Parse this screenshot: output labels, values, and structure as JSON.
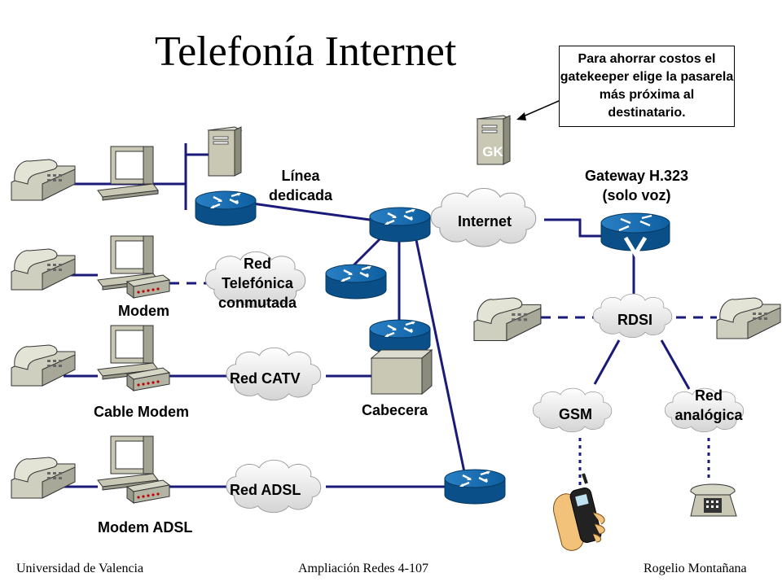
{
  "title": "Telefonía Internet",
  "callout": "Para ahorrar costos el gatekeeper elige la pasarela más próxima al destinatario.",
  "labels": {
    "gk": "GK",
    "linea_dedicada": "Línea\ndedicada",
    "gateway": "Gateway H.323\n(solo voz)",
    "modem": "Modem",
    "cable_modem": "Cable Modem",
    "cabecera": "Cabecera",
    "modem_adsl": "Modem ADSL"
  },
  "clouds": {
    "internet": "Internet",
    "red_telefonica": "Red\nTelefónica\nconmutada",
    "red_catv": "Red CATV",
    "red_adsl": "Red ADSL",
    "rdsi": "RDSI",
    "gsm": "GSM",
    "red_analogica": "Red\nanalógica"
  },
  "footer": {
    "left": "Universidad de Valencia",
    "center": "Ampliación Redes 4-107",
    "right": "Rogelio Montañana"
  },
  "colors": {
    "link": "#1a1a7a",
    "router": "#0d5fa0",
    "cloud": "#e8e8e8",
    "device": "#c8c8b4"
  }
}
